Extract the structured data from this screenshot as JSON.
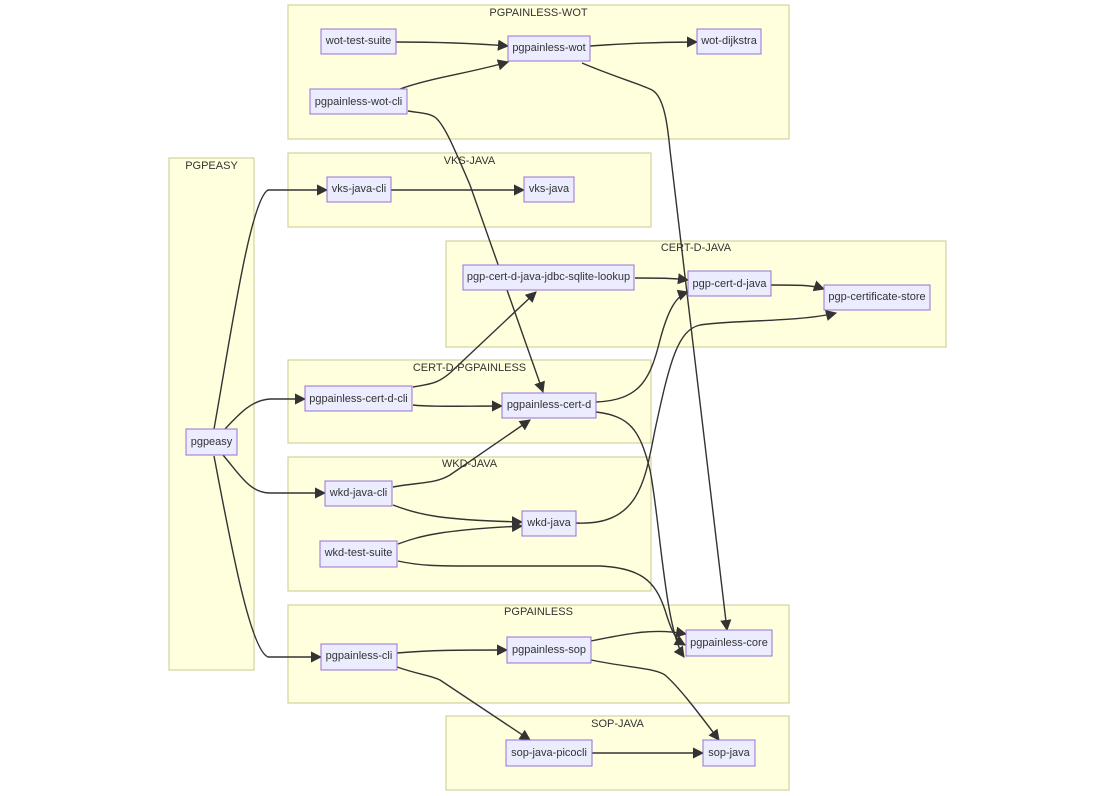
{
  "diagram": {
    "type": "flowchart",
    "clusters": {
      "pgpainless_wot": {
        "label": "PGPAINLESS-WOT"
      },
      "pgpeasy": {
        "label": "PGPEASY"
      },
      "vks_java": {
        "label": "VKS-JAVA"
      },
      "cert_d_java": {
        "label": "CERT-D-JAVA"
      },
      "cert_d_pgpainless": {
        "label": "CERT-D-PGPAINLESS"
      },
      "wkd_java": {
        "label": "WKD-JAVA"
      },
      "pgpainless": {
        "label": "PGPAINLESS"
      },
      "sop_java": {
        "label": "SOP-JAVA"
      }
    },
    "nodes": {
      "wot_test_suite": {
        "label": "wot-test-suite"
      },
      "pgpainless_wot": {
        "label": "pgpainless-wot"
      },
      "wot_dijkstra": {
        "label": "wot-dijkstra"
      },
      "pgpainless_wot_cli": {
        "label": "pgpainless-wot-cli"
      },
      "vks_java_cli": {
        "label": "vks-java-cli"
      },
      "vks_java": {
        "label": "vks-java"
      },
      "pgp_cert_d_java_jdbc_sqlite_lookup": {
        "label": "pgp-cert-d-java-jdbc-sqlite-lookup"
      },
      "pgp_cert_d_java": {
        "label": "pgp-cert-d-java"
      },
      "pgp_certificate_store": {
        "label": "pgp-certificate-store"
      },
      "pgpainless_cert_d_cli": {
        "label": "pgpainless-cert-d-cli"
      },
      "pgpainless_cert_d": {
        "label": "pgpainless-cert-d"
      },
      "pgpeasy": {
        "label": "pgpeasy"
      },
      "wkd_java_cli": {
        "label": "wkd-java-cli"
      },
      "wkd_java": {
        "label": "wkd-java"
      },
      "wkd_test_suite": {
        "label": "wkd-test-suite"
      },
      "pgpainless_core": {
        "label": "pgpainless-core"
      },
      "pgpainless_cli": {
        "label": "pgpainless-cli"
      },
      "pgpainless_sop": {
        "label": "pgpainless-sop"
      },
      "sop_java_picocli": {
        "label": "sop-java-picocli"
      },
      "sop_java": {
        "label": "sop-java"
      }
    },
    "edges": [
      {
        "from": "wot-test-suite",
        "to": "pgpainless-wot"
      },
      {
        "from": "pgpainless-wot",
        "to": "wot-dijkstra"
      },
      {
        "from": "pgpainless-wot-cli",
        "to": "pgpainless-wot"
      },
      {
        "from": "pgpainless-wot",
        "to": "pgpainless-core"
      },
      {
        "from": "pgpainless-wot-cli",
        "to": "pgpainless-cert-d"
      },
      {
        "from": "pgpeasy",
        "to": "vks-java-cli"
      },
      {
        "from": "vks-java-cli",
        "to": "vks-java"
      },
      {
        "from": "pgp-cert-d-java-jdbc-sqlite-lookup",
        "to": "pgp-cert-d-java"
      },
      {
        "from": "pgp-cert-d-java",
        "to": "pgp-certificate-store"
      },
      {
        "from": "pgpeasy",
        "to": "pgpainless-cert-d-cli"
      },
      {
        "from": "pgpainless-cert-d-cli",
        "to": "pgp-cert-d-java-jdbc-sqlite-lookup"
      },
      {
        "from": "pgpainless-cert-d-cli",
        "to": "pgpainless-cert-d"
      },
      {
        "from": "pgpainless-cert-d",
        "to": "pgp-cert-d-java"
      },
      {
        "from": "pgpainless-cert-d",
        "to": "pgpainless-core"
      },
      {
        "from": "pgpeasy",
        "to": "wkd-java-cli"
      },
      {
        "from": "wkd-java-cli",
        "to": "pgpainless-cert-d"
      },
      {
        "from": "wkd-java-cli",
        "to": "wkd-java"
      },
      {
        "from": "wkd-test-suite",
        "to": "wkd-java"
      },
      {
        "from": "wkd-java",
        "to": "pgp-certificate-store"
      },
      {
        "from": "wkd-test-suite",
        "to": "pgpainless-core"
      },
      {
        "from": "pgpeasy",
        "to": "pgpainless-cli"
      },
      {
        "from": "pgpainless-cli",
        "to": "pgpainless-sop"
      },
      {
        "from": "pgpainless-sop",
        "to": "pgpainless-core"
      },
      {
        "from": "pgpainless-cli",
        "to": "sop-java-picocli"
      },
      {
        "from": "pgpainless-sop",
        "to": "sop-java"
      },
      {
        "from": "sop-java-picocli",
        "to": "sop-java"
      }
    ]
  }
}
